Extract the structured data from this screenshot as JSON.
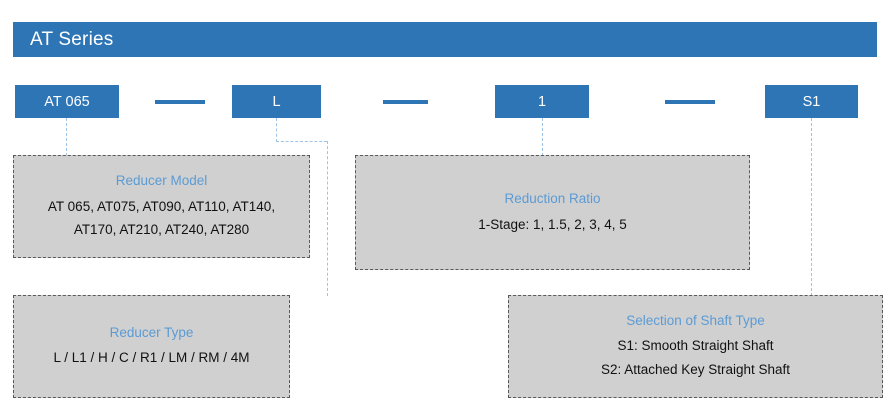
{
  "header": {
    "title": "AT Series",
    "bar_color": "#2E75B6"
  },
  "code_string": {
    "boxes": [
      {
        "label": "AT 065"
      },
      {
        "label": "L"
      },
      {
        "label": "1"
      },
      {
        "label": "S1"
      }
    ],
    "separators": [
      "dash",
      "dash",
      "dash"
    ],
    "box_color": "#2E75B6",
    "separator_color": "#2E75B6"
  },
  "callouts": [
    {
      "key": "reducer_model",
      "title": "Reducer Model",
      "lines": [
        "AT 065, AT075, AT090, AT110, AT140,",
        "AT170, AT210, AT240, AT280"
      ]
    },
    {
      "key": "reduction_ratio",
      "title": "Reduction Ratio",
      "lines": [
        "1-Stage: 1, 1.5, 2, 3, 4, 5"
      ]
    },
    {
      "key": "reducer_type",
      "title": "Reducer Type",
      "lines": [
        "L / L1 / H / C / R1 / LM / RM / 4M"
      ]
    },
    {
      "key": "shaft_type",
      "title": "Selection of Shaft Type",
      "lines": [
        "S1: Smooth Straight Shaft",
        "S2: Attached Key Straight Shaft"
      ]
    }
  ],
  "style": {
    "title_color": "#5B9BD5",
    "body_color": "#111111",
    "callout_fill": "#D0D0D0",
    "callout_border": "#595959",
    "connector_color": "#9DC3E6"
  }
}
